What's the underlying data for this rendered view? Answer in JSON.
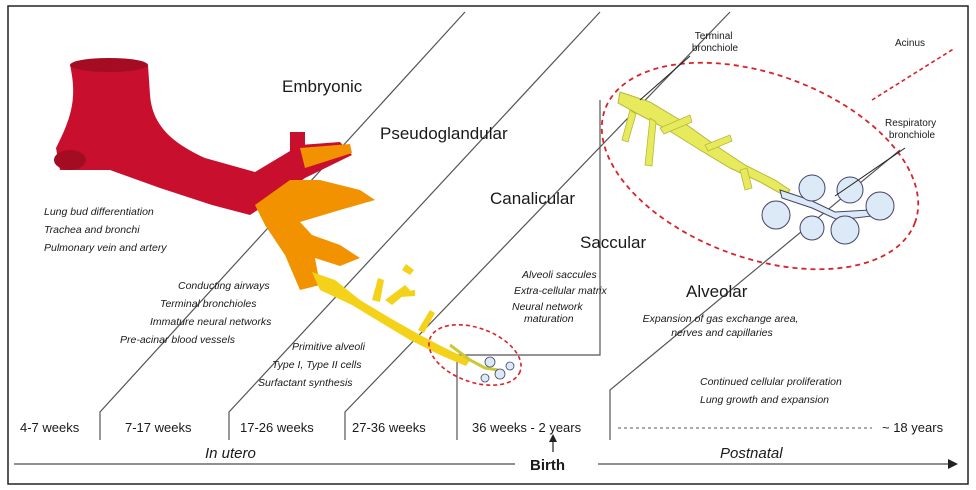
{
  "stages": [
    {
      "key": "embryonic",
      "label": "Embryonic"
    },
    {
      "key": "pseudoglandular",
      "label": "Pseudoglandular"
    },
    {
      "key": "canalicular",
      "label": "Canalicular"
    },
    {
      "key": "saccular",
      "label": "Saccular"
    },
    {
      "key": "alveolar",
      "label": "Alveolar"
    }
  ],
  "notes": {
    "embryonic": [
      "Lung bud differentiation",
      "Trachea and bronchi",
      "Pulmonary vein and artery"
    ],
    "pseudoglandular": [
      "Conducting airways",
      "Terminal bronchioles",
      "Immature neural networks",
      "Pre-acinar blood vessels"
    ],
    "canalicular": [
      "Primitive alveoli",
      "Type I, Type II cells",
      "Surfactant synthesis"
    ],
    "saccular": [
      "Alveoli saccules",
      "Extra-cellular matrix",
      "Neural network",
      "maturation"
    ],
    "alveolar": [
      "Expansion of gas exchange area,",
      "nerves and capillaries"
    ],
    "postnatal": [
      "Continued cellular proliferation",
      "Lung growth and expansion"
    ]
  },
  "callouts": {
    "terminal_bronchiole": [
      "Terminal",
      "bronchiole"
    ],
    "acinus": "Acinus",
    "respiratory_bronchiole": [
      "Respiratory",
      "bronchiole"
    ]
  },
  "timeline": {
    "periods": [
      "4-7 weeks",
      "7-17 weeks",
      "17-26 weeks",
      "27-36 weeks",
      "36 weeks - 2 years",
      "~ 18 years"
    ],
    "in_utero": "In utero",
    "birth": "Birth",
    "postnatal": "Postnatal"
  },
  "colors": {
    "embryonic_tissue": "#c8102e",
    "pseudoglandular_tissue": "#f39200",
    "canalicular_tissue": "#f5d21a",
    "saccular_tissue": "#e6ea5c",
    "alveolar_tissue": "#dce9f7",
    "acinus_ellipse": "#d8232a",
    "line": "#444444"
  }
}
